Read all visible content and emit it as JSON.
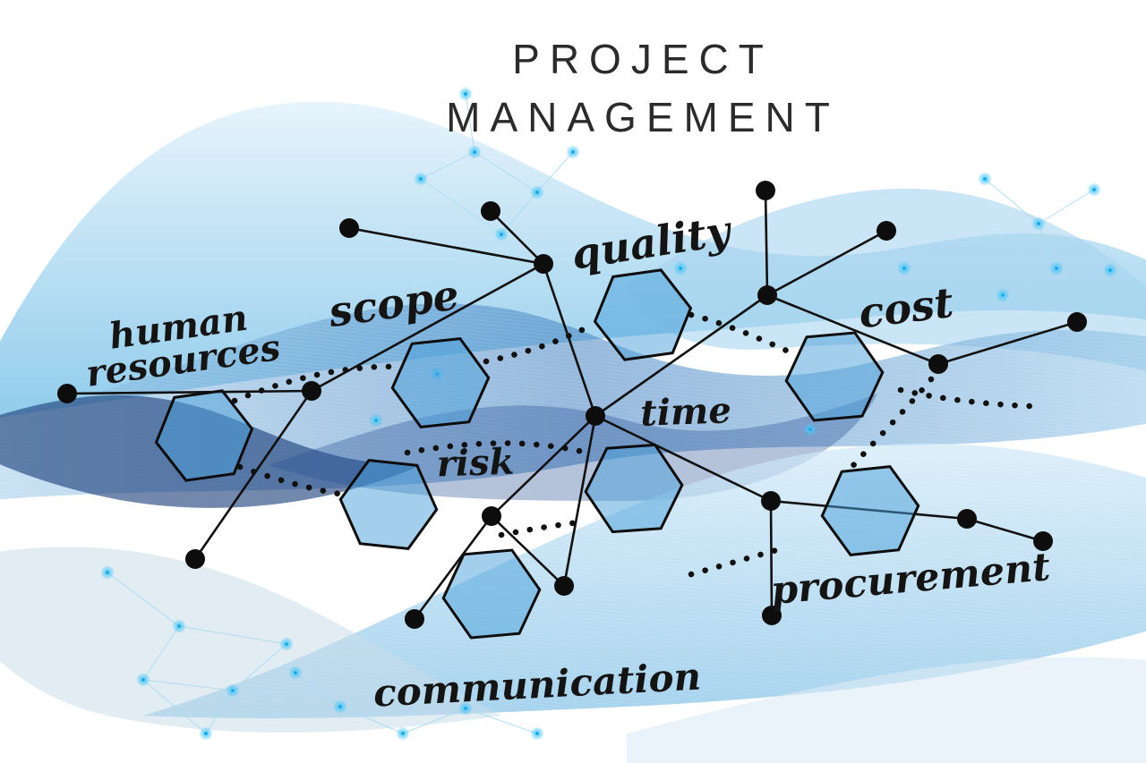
{
  "title": {
    "line1": "PROJECT",
    "line2": "MANAGEMENT"
  },
  "labels": {
    "human_line1": "human",
    "human_line2": "resources",
    "scope": "scope",
    "quality": "quality",
    "cost": "cost",
    "time": "time",
    "risk": "risk",
    "procurement": "procurement",
    "communication": "communication"
  },
  "colors": {
    "wave_light": "#c2e2f3",
    "wave_mid": "#5f9fd4",
    "wave_dark": "#1d4f8a",
    "glow_accent": "#25b4f0",
    "hexagon_fill": "#4aa0da",
    "network": "#111111",
    "text": "#141414"
  }
}
